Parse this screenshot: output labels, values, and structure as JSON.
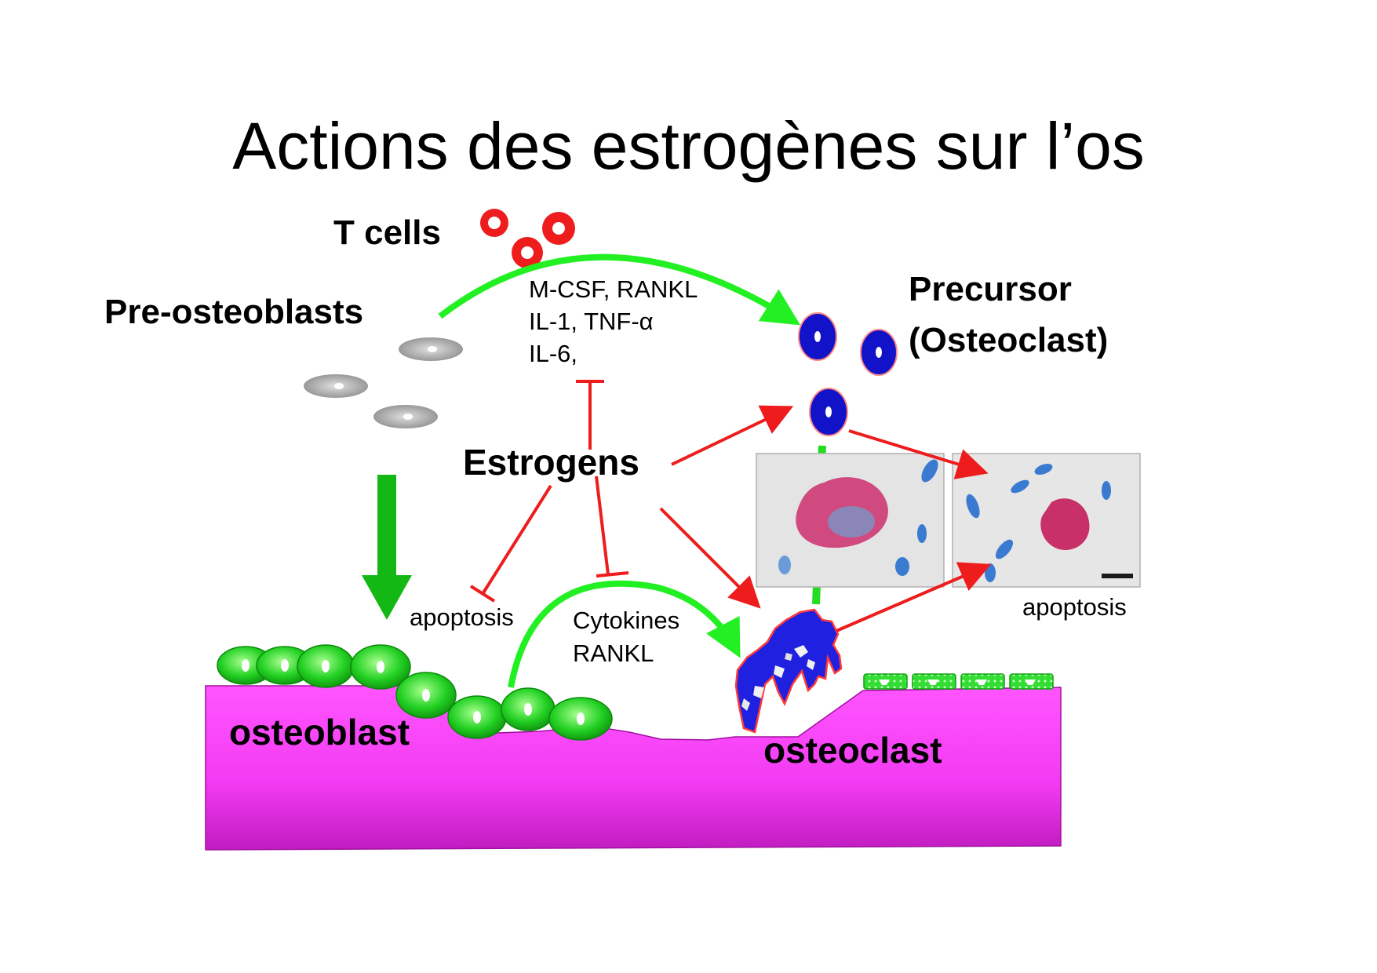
{
  "title": "Actions des estrogènes sur l’os",
  "labels": {
    "t_cells": "T cells",
    "pre_osteoblasts": "Pre-osteoblasts",
    "precursor_line1": "Precursor",
    "precursor_line2": "(Osteoclast)",
    "estrogens": "Estrogens",
    "signals_line1": "M-CSF, RANKL",
    "signals_line2": "IL-1, TNF-α",
    "signals_line3": "IL-6,",
    "apoptosis_left": "apoptosis",
    "apoptosis_right": "apoptosis",
    "cytokines_line1": "Cytokines",
    "cytokines_line2": "RANKL",
    "osteoblast": "osteoblast",
    "osteoclast": "osteoclast"
  },
  "colors": {
    "bone": "#f23af2",
    "bone_dark": "#c01cc0",
    "green_arrow": "#22f022",
    "dark_green_arrow": "#14b814",
    "inhibition_red": "#ee1c1c",
    "osteoblast_green": "#22cc22",
    "t_cell_red": "#ee1c1c",
    "precursor_blue": "#1010c8",
    "osteoclast_blue": "#2020e0",
    "pre_osteoblast_gray": "#9a9a9a"
  },
  "icons": {
    "micrographs": "histology-micrograph-icon",
    "scale_bar": "scale-bar-icon"
  }
}
